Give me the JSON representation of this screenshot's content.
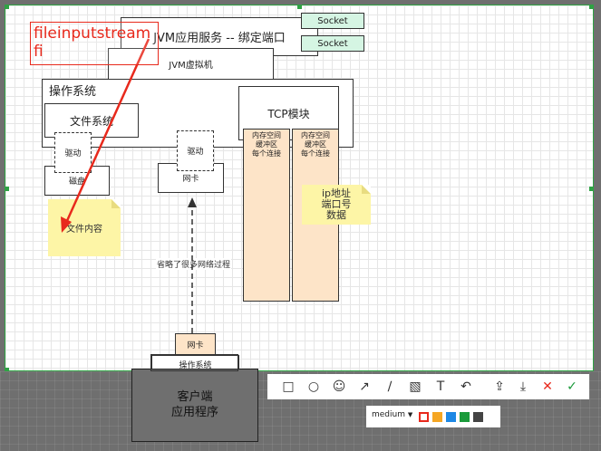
{
  "diagram": {
    "jvm_app": "JVM应用服务 -- 绑定端口",
    "socket_1": "Socket",
    "socket_2": "Socket",
    "jvm_vm": "JVM虚拟机",
    "os": "操作系统",
    "file_system": "文件系统",
    "tcp_module": "TCP模块",
    "mem_buffer_1": "内存空间\n缓冲区\n每个连接",
    "mem_buffer_2": "内存空间\n缓冲区\n每个连接",
    "driver_1": "驱动",
    "driver_2": "驱动",
    "disk": "磁盘",
    "nic": "网卡",
    "file_content": "文件内容",
    "ip_note": "ip地址\n端口号\n数据",
    "omitted": "省略了很多网络过程",
    "client_nic": "网卡",
    "client_os": "操作系统",
    "client_app": "客户端\n应用程序"
  },
  "annotation": {
    "text": "fileinputstream\nfi",
    "color": "#e8291c"
  },
  "toolbar": {
    "icons": [
      "rect-tool-icon",
      "ellipse-tool-icon",
      "marker-tool-icon",
      "arrow-tool-icon",
      "pen-tool-icon",
      "mosaic-tool-icon",
      "text-tool-icon",
      "undo-icon",
      "share-icon",
      "download-icon",
      "close-icon",
      "check-icon"
    ],
    "glyphs": [
      "□",
      "○",
      "☺",
      "↗",
      "∕",
      "▧",
      "T",
      "↶",
      "⇪",
      "⤓",
      "✕",
      "✓"
    ],
    "size_value": "medium",
    "colors": [
      "#e8291c",
      "#f5a623",
      "#1e88e5",
      "#1a9a3a",
      "#444444"
    ]
  }
}
